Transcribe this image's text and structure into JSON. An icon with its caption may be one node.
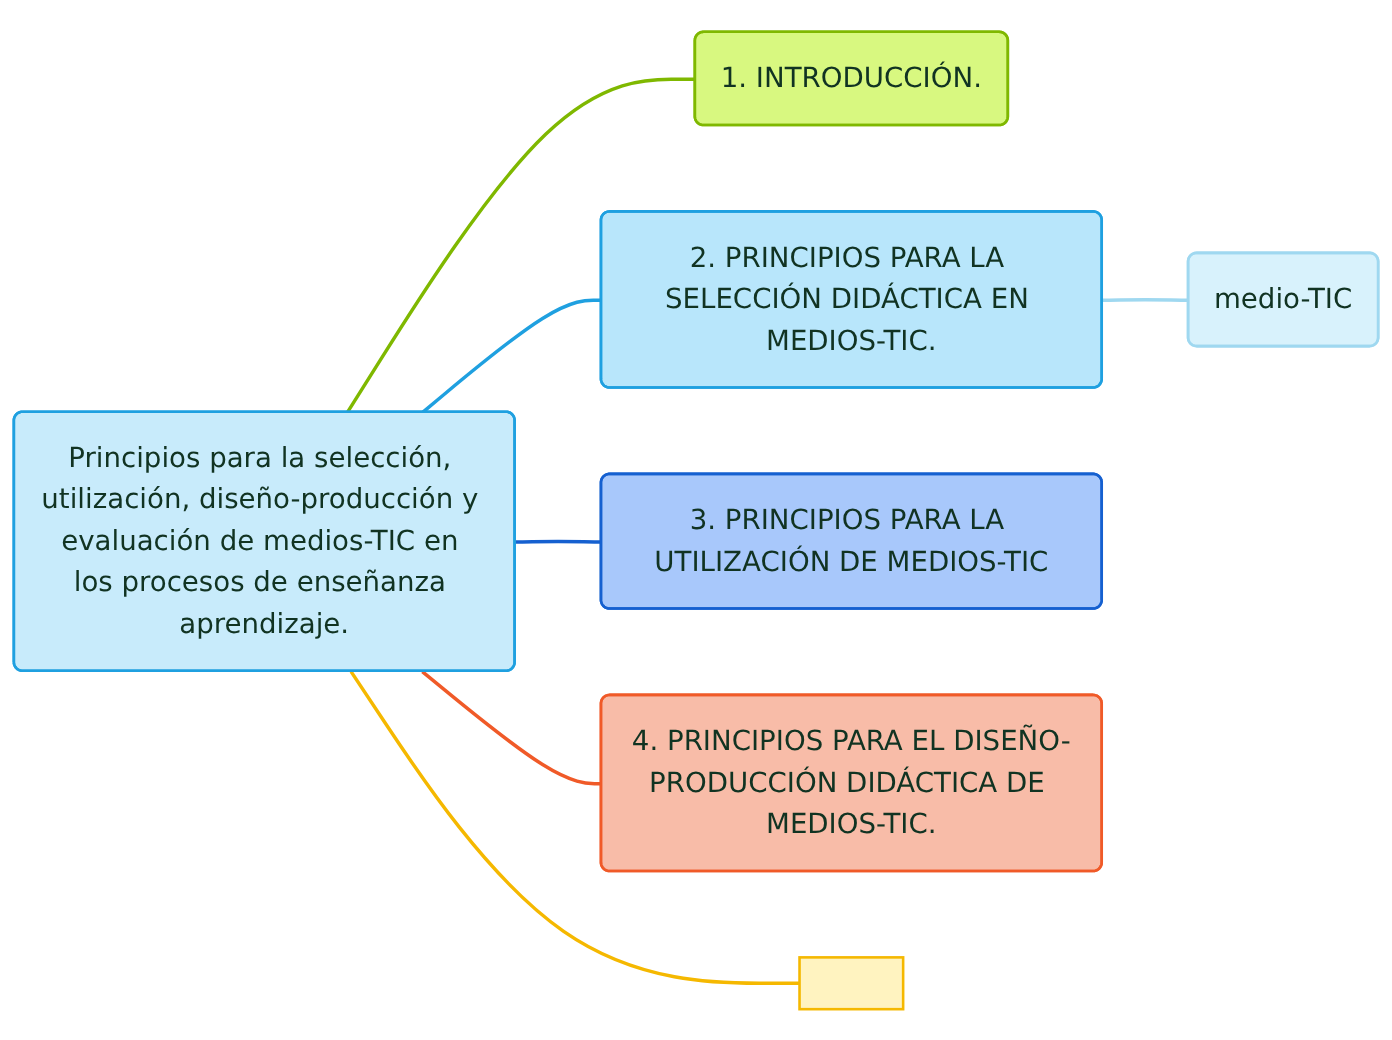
{
  "diagram": {
    "nodes": [
      {
        "text": [
          "Principios para la selección, utilización, diseño-producción y evaluación de medios-TIC en los procesos de enseñanza aprendizaje."
        ]
      },
      {
        "text": [
          "1. INTRODUCCIÓN."
        ]
      },
      {
        "text": [
          "2. PRINCIPIOS PARA LA SELECCIÓN DIDÁCTICA EN MEDIOS-TIC."
        ]
      },
      {
        "text": [
          "3. PRINCIPIOS PARA LA UTILIZACIÓN DE MEDIOS-TIC"
        ]
      },
      {
        "text": [
          "4. PRINCIPIOS PARA EL DISEÑO-PRODUCCIÓN DIDÁCTICA DE MEDIOS-TIC."
        ]
      },
      {
        "text": [],
        "shape": "box"
      },
      {
        "text": [
          "medio-TIC"
        ]
      }
    ],
    "edges": [
      {
        "from": 0,
        "to": 1,
        "arrow": "none",
        "color": "#7fb800"
      },
      {
        "from": 0,
        "to": 2,
        "arrow": "none",
        "color": "#1fa0e0"
      },
      {
        "from": 0,
        "to": 3,
        "arrow": "none",
        "color": "#1560d0"
      },
      {
        "from": 0,
        "to": 4,
        "arrow": "none",
        "color": "#f05a28"
      },
      {
        "from": 0,
        "to": 5,
        "arrow": "none",
        "color": "#f5b800"
      },
      {
        "from": 2,
        "to": 6,
        "arrow": "none",
        "color": "#9fd8f0"
      }
    ]
  }
}
